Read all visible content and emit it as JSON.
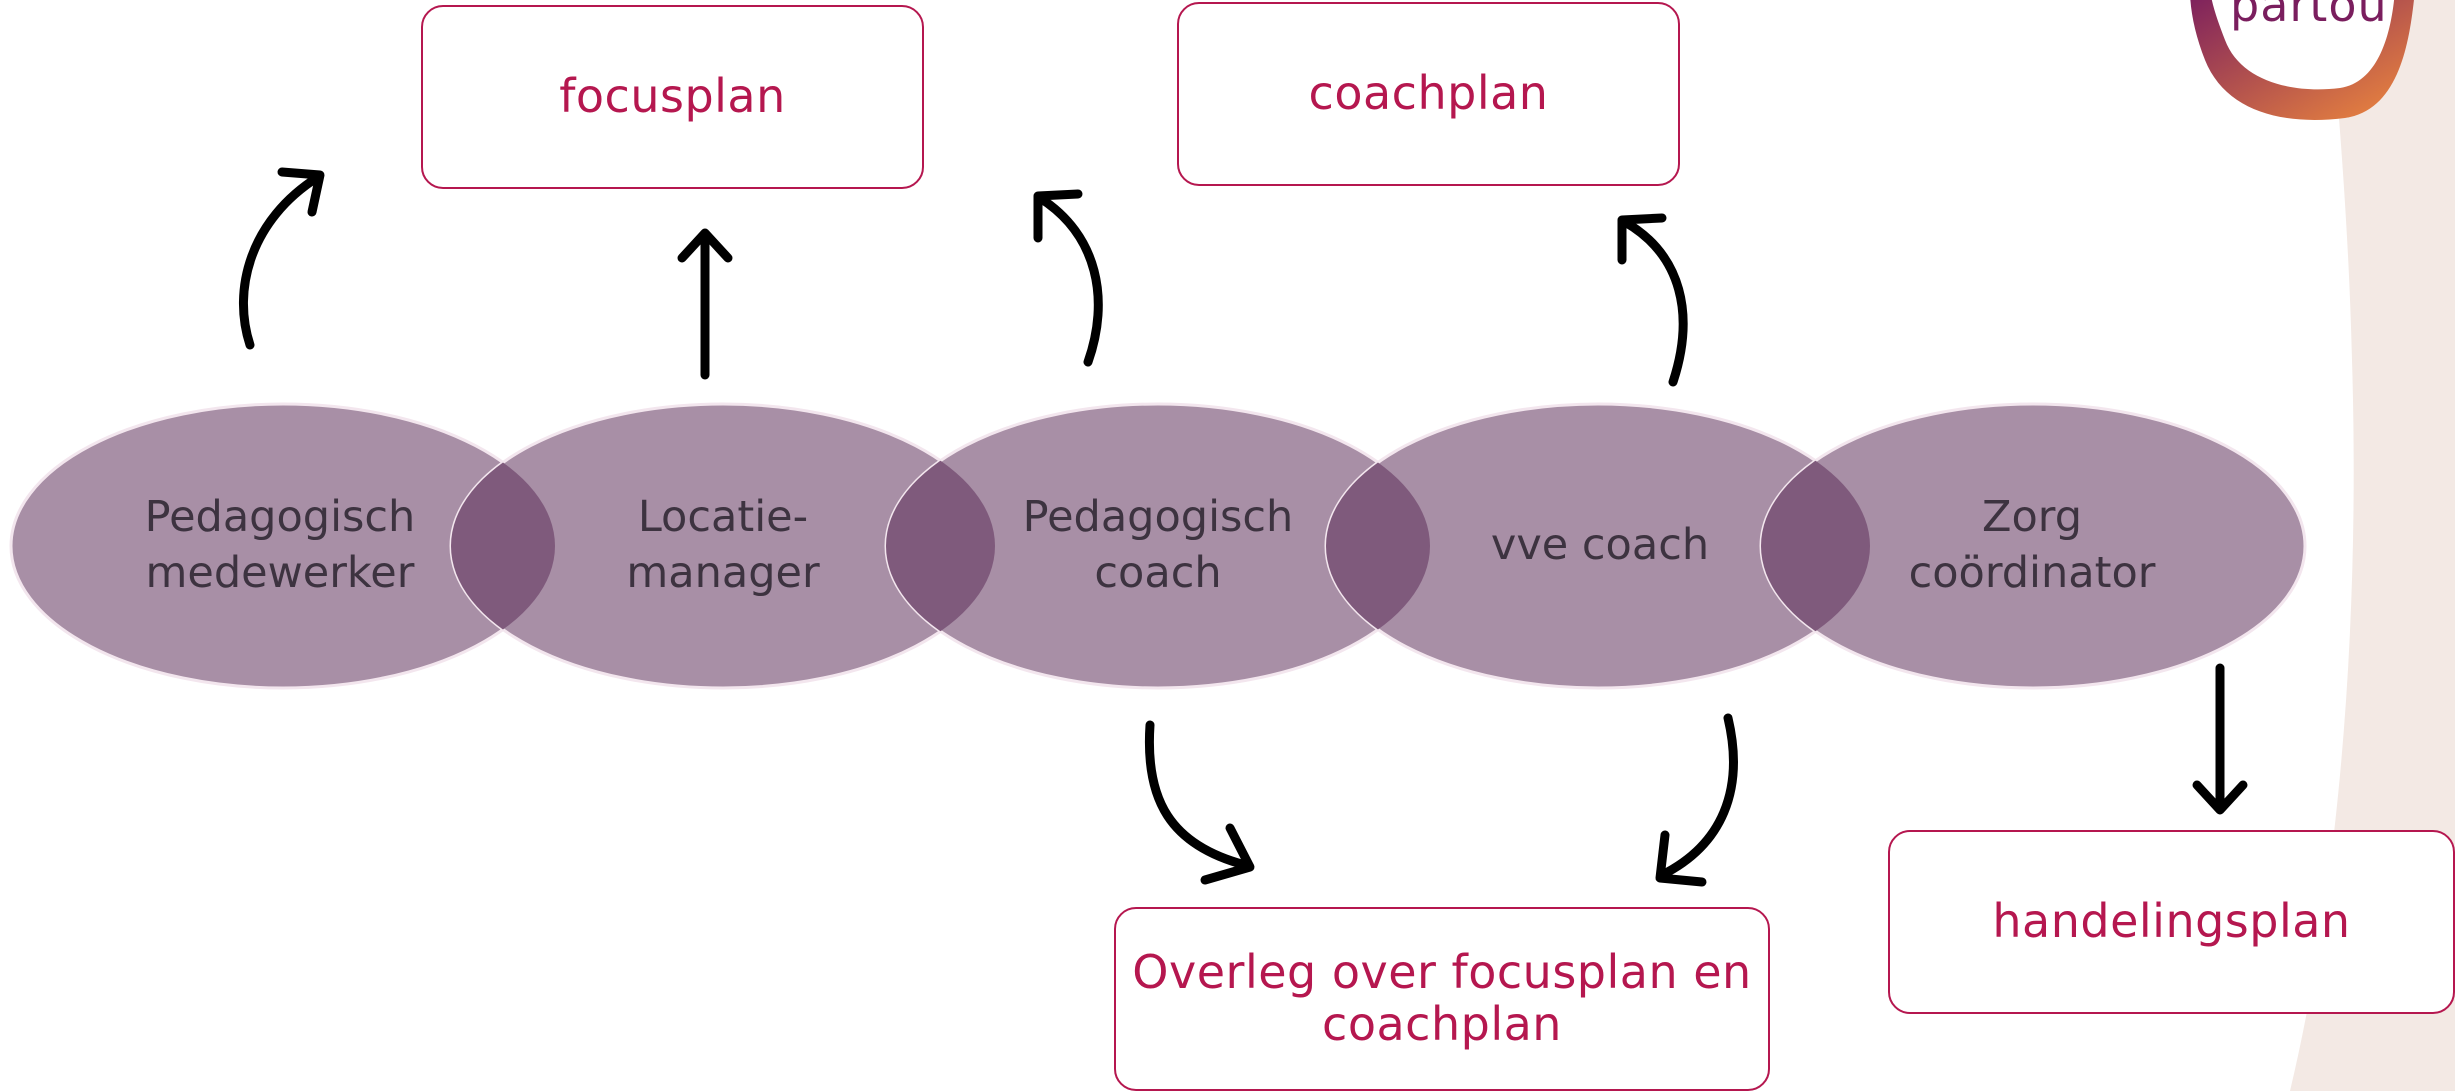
{
  "colors": {
    "accent": "#b5174f",
    "ellipse_fill": "#a88fa6",
    "ellipse_overlap": "#7f5a7c",
    "ellipse_stroke": "#f3e6ee",
    "label_text": "#3d3340",
    "arrow": "#000000",
    "side_band": "#f3e9e4",
    "logo_gradient_start": "#7a1e5e",
    "logo_gradient_end": "#f08a3c"
  },
  "logo": {
    "text": "partou"
  },
  "roles": [
    {
      "label": "Pedagogisch\nmedewerker"
    },
    {
      "label": "Locatie-\nmanager"
    },
    {
      "label": "Pedagogisch\ncoach"
    },
    {
      "label": "vve coach"
    },
    {
      "label": "Zorg\ncoördinator"
    }
  ],
  "plans": {
    "focusplan": "focusplan",
    "coachplan": "coachplan",
    "overleg_line1": "Overleg over focusplan en",
    "overleg_line2": "coachplan",
    "handelingsplan": "handelingsplan"
  },
  "arrows": [
    {
      "from": "Pedagogisch medewerker",
      "to": "focusplan",
      "shape": "curved"
    },
    {
      "from": "Locatie-manager",
      "to": "focusplan",
      "shape": "straight"
    },
    {
      "from": "Pedagogisch coach",
      "to": "focusplan",
      "shape": "curved"
    },
    {
      "from": "vve coach",
      "to": "coachplan",
      "shape": "curved"
    },
    {
      "from": "Pedagogisch coach",
      "to": "Overleg over focusplan en coachplan",
      "shape": "curved"
    },
    {
      "from": "vve coach",
      "to": "Overleg over focusplan en coachplan",
      "shape": "curved"
    },
    {
      "from": "Zorg coördinator",
      "to": "handelingsplan",
      "shape": "straight"
    }
  ]
}
